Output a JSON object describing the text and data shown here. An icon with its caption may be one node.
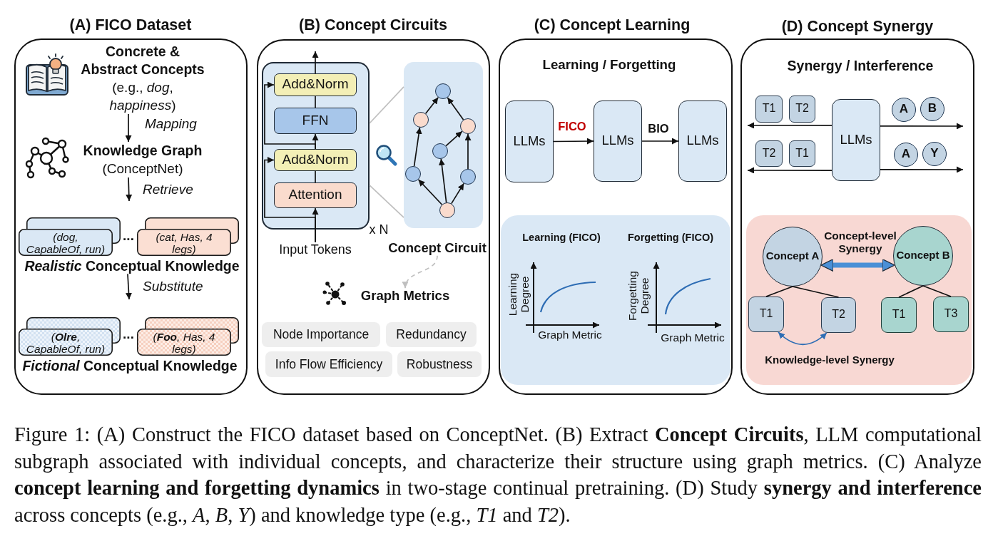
{
  "diagram": {
    "caption": "Figure 1: (A) Construct the FICO dataset based on ConceptNet. (B) Extract **Concept Circuits**, LLM computational subgraph associated with individual concepts, and characterize their structure using graph metrics. (C) Analyze **concept learning and forgetting dynamics** in two-stage continual pretraining. (D) Study **synergy and interference** across concepts (e.g., *A*, *B*, *Y*) and knowledge type (e.g., *T1* and *T2*).",
    "nodes": [
      {
        "text": [
          "(A) FICO Dataset"
        ]
      },
      {
        "text": [
          "Concrete & Abstract Concepts",
          "(e.g., *dog*, *happiness*)"
        ],
        "in": 0
      },
      {
        "text": [
          "Knowledge Graph",
          "(ConceptNet)"
        ],
        "in": 0
      },
      {
        "text": [
          "(dog, CapableOf, run)"
        ],
        "in": 0
      },
      {
        "text": [
          "(cat, Has, 4 legs)"
        ],
        "in": 0
      },
      {
        "text": [
          "*Realistic* Conceptual Knowledge"
        ],
        "in": 0
      },
      {
        "text": [
          "(**Olre**, CapableOf, run)"
        ],
        "in": 0
      },
      {
        "text": [
          "(**Foo**, Has, 4 legs)"
        ],
        "in": 0
      },
      {
        "text": [
          "*Fictional* Conceptual Knowledge"
        ],
        "in": 0
      },
      {
        "text": [
          "(B) Concept Circuits"
        ]
      },
      {
        "text": [],
        "shape": "box",
        "beside": [
          "x N"
        ],
        "in": 9
      },
      {
        "text": [
          "Add&Norm"
        ],
        "in": 10
      },
      {
        "text": [
          "FFN"
        ],
        "in": 10
      },
      {
        "text": [
          "Add&Norm"
        ],
        "in": 10
      },
      {
        "text": [
          "Attention"
        ],
        "in": 10
      },
      {
        "text": [],
        "shape": "box",
        "in": 9
      },
      {
        "text": [],
        "shape": "circle",
        "in": 15
      },
      {
        "text": [],
        "shape": "circle",
        "in": 15
      },
      {
        "text": [],
        "shape": "circle",
        "in": 15
      },
      {
        "text": [],
        "shape": "circle",
        "in": 15
      },
      {
        "text": [],
        "shape": "circle",
        "in": 15
      },
      {
        "text": [],
        "shape": "circle",
        "in": 15
      },
      {
        "text": [],
        "shape": "circle",
        "in": 15
      },
      {
        "text": [
          "Input Tokens"
        ],
        "in": 9
      },
      {
        "text": [
          "Concept Circuit"
        ],
        "in": 9
      },
      {
        "text": [
          "Graph Metrics"
        ],
        "in": 9
      },
      {
        "text": [
          "Node Importance"
        ],
        "in": 9
      },
      {
        "text": [
          "Redundancy"
        ],
        "in": 9
      },
      {
        "text": [
          "Info Flow Efficiency"
        ],
        "in": 9
      },
      {
        "text": [
          "Robustness"
        ],
        "in": 9
      },
      {
        "text": [
          "(C) Concept Learning",
          "Learning / Forgetting"
        ]
      },
      {
        "text": [
          "LLMs"
        ],
        "in": 30
      },
      {
        "text": [
          "LLMs"
        ],
        "in": 30
      },
      {
        "text": [
          "LLMs"
        ],
        "in": 30
      },
      {
        "text": [
          "Learning (FICO)",
          "Learning Degree",
          "Graph Metric",
          "Forgetting (FICO)",
          "Forgetting Degree",
          "Graph Metric"
        ],
        "in": 30
      },
      {
        "text": [
          "(D) Concept Synergy",
          "Synergy / Interference"
        ]
      },
      {
        "text": [
          "T1"
        ],
        "in": 35
      },
      {
        "text": [
          "T2"
        ],
        "in": 35
      },
      {
        "text": [
          "LLMs"
        ],
        "in": 35
      },
      {
        "text": [
          "A"
        ],
        "in": 35
      },
      {
        "text": [
          "B"
        ],
        "in": 35
      },
      {
        "text": [
          "T2"
        ],
        "in": 35
      },
      {
        "text": [
          "T1"
        ],
        "in": 35
      },
      {
        "text": [
          "A"
        ],
        "in": 35
      },
      {
        "text": [
          "Y"
        ],
        "in": 35
      },
      {
        "text": [],
        "shape": "box",
        "in": 35
      },
      {
        "text": [
          "Concept A"
        ],
        "in": 45
      },
      {
        "text": [
          "Concept B"
        ],
        "in": 45
      },
      {
        "text": [
          "T1"
        ],
        "in": 45
      },
      {
        "text": [
          "T2"
        ],
        "in": 45
      },
      {
        "text": [
          "T1"
        ],
        "in": 45
      },
      {
        "text": [
          "T3"
        ],
        "in": 45
      }
    ],
    "edges": [
      {
        "from": 1,
        "to": 2,
        "arrow": "to",
        "label": "Mapping"
      },
      {
        "from": 2,
        "to": null,
        "arrow": "to",
        "label": "Retrieve"
      },
      {
        "from": 5,
        "to": null,
        "arrow": "to",
        "label": "Substitute"
      },
      {
        "from": 23,
        "to": 14,
        "arrow": "to"
      },
      {
        "from": 23,
        "to": 13,
        "arrow": "to"
      },
      {
        "from": 14,
        "to": 13,
        "arrow": "none"
      },
      {
        "from": 13,
        "to": 12,
        "arrow": "to"
      },
      {
        "from": 13,
        "to": 11,
        "arrow": "to"
      },
      {
        "from": 12,
        "to": 11,
        "arrow": "none"
      },
      {
        "from": 11,
        "to": null,
        "arrow": "to"
      },
      {
        "from": 10,
        "to": 15,
        "arrow": "none",
        "color": "#bfbfbf"
      },
      {
        "from": 10,
        "to": 15,
        "arrow": "none",
        "color": "#bfbfbf"
      },
      {
        "from": 17,
        "to": 16,
        "arrow": "to"
      },
      {
        "from": 18,
        "to": 16,
        "arrow": "to"
      },
      {
        "from": 19,
        "to": 18,
        "arrow": "to"
      },
      {
        "from": 21,
        "to": 18,
        "arrow": "to"
      },
      {
        "from": 20,
        "to": 17,
        "arrow": "to"
      },
      {
        "from": 22,
        "to": 20,
        "arrow": "to"
      },
      {
        "from": 22,
        "to": 19,
        "arrow": "to"
      },
      {
        "from": 22,
        "to": 21,
        "arrow": "to"
      },
      {
        "from": 24,
        "to": 25,
        "arrow": "to",
        "style": "dashed",
        "color": "#bfbfbf"
      },
      {
        "from": 31,
        "to": 32,
        "arrow": "to",
        "label": "FICO"
      },
      {
        "from": 32,
        "to": 33,
        "arrow": "to",
        "label": "BIO"
      },
      {
        "from": 38,
        "to": 36,
        "arrow": "to"
      },
      {
        "from": 38,
        "to": null,
        "arrow": "to"
      },
      {
        "from": 38,
        "to": 41,
        "arrow": "to"
      },
      {
        "from": 38,
        "to": null,
        "arrow": "to"
      },
      {
        "from": 46,
        "to": 47,
        "arrow": "both",
        "label": "Concept-level Synergy",
        "style": "thick",
        "color": "#4a8fd6"
      },
      {
        "from": 46,
        "to": 48,
        "arrow": "none"
      },
      {
        "from": 46,
        "to": 49,
        "arrow": "none"
      },
      {
        "from": 47,
        "to": 50,
        "arrow": "none"
      },
      {
        "from": 47,
        "to": 51,
        "arrow": "none"
      },
      {
        "from": 48,
        "to": 49,
        "arrow": "both",
        "label": "Knowledge-level Synergy",
        "color": "#2e6db4"
      }
    ],
    "labels": [
      "...",
      "..."
    ]
  }
}
